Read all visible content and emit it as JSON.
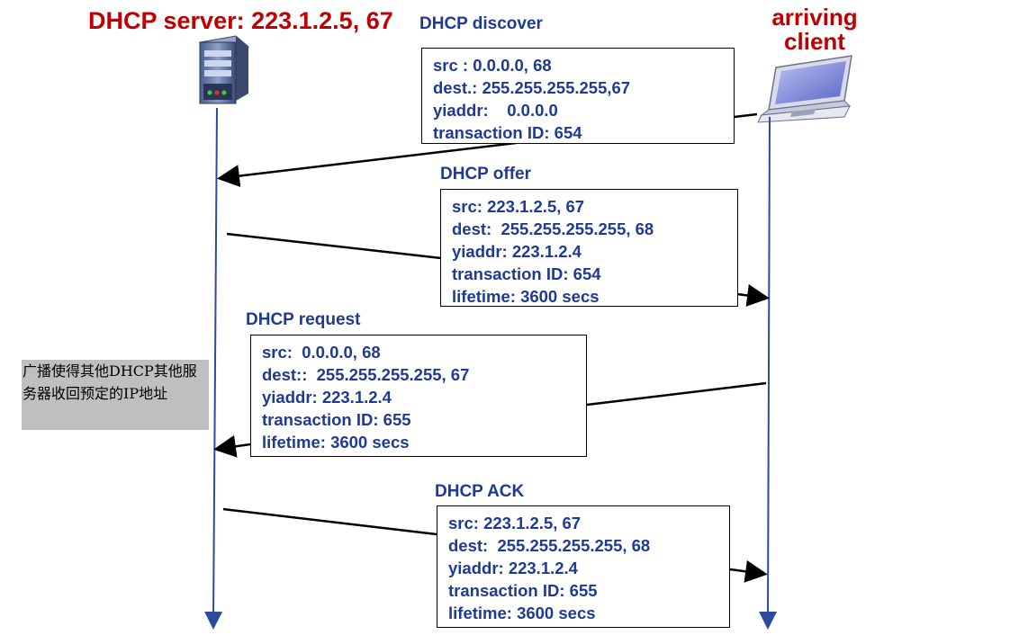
{
  "server": {
    "title": "DHCP server: 223.1.2.5,  67"
  },
  "client": {
    "title_line1": "arriving",
    "title_line2": "client"
  },
  "messages": [
    {
      "title": "DHCP discover",
      "lines": [
        "src : 0.0.0.0, 68",
        "dest.: 255.255.255.255,67",
        "yiaddr:    0.0.0.0",
        "transaction ID: 654"
      ]
    },
    {
      "title": "DHCP offer",
      "lines": [
        "src: 223.1.2.5, 67",
        "dest:  255.255.255.255, 68",
        "yiaddr: 223.1.2.4",
        "transaction ID: 654",
        "lifetime: 3600 secs"
      ]
    },
    {
      "title": "DHCP request",
      "lines": [
        "src:  0.0.0.0, 68",
        "dest::  255.255.255.255, 67",
        "yiaddr: 223.1.2.4",
        "transaction ID: 655",
        "lifetime: 3600 secs"
      ]
    },
    {
      "title": "DHCP ACK",
      "lines": [
        "src: 223.1.2.5, 67",
        "dest:  255.255.255.255, 68",
        "yiaddr: 223.1.2.4",
        "transaction ID: 655",
        "lifetime: 3600 secs"
      ]
    }
  ],
  "note": {
    "text": "广播使得其他DHCP其他服务器收回预定的IP地址"
  },
  "icons": {
    "server": "server-tower-icon",
    "client": "laptop-icon"
  },
  "colors": {
    "title_red": "#c00000",
    "text_blue": "#1f3a93",
    "timeline_blue": "#2e4a9e",
    "note_bg": "#bfbfbf"
  }
}
